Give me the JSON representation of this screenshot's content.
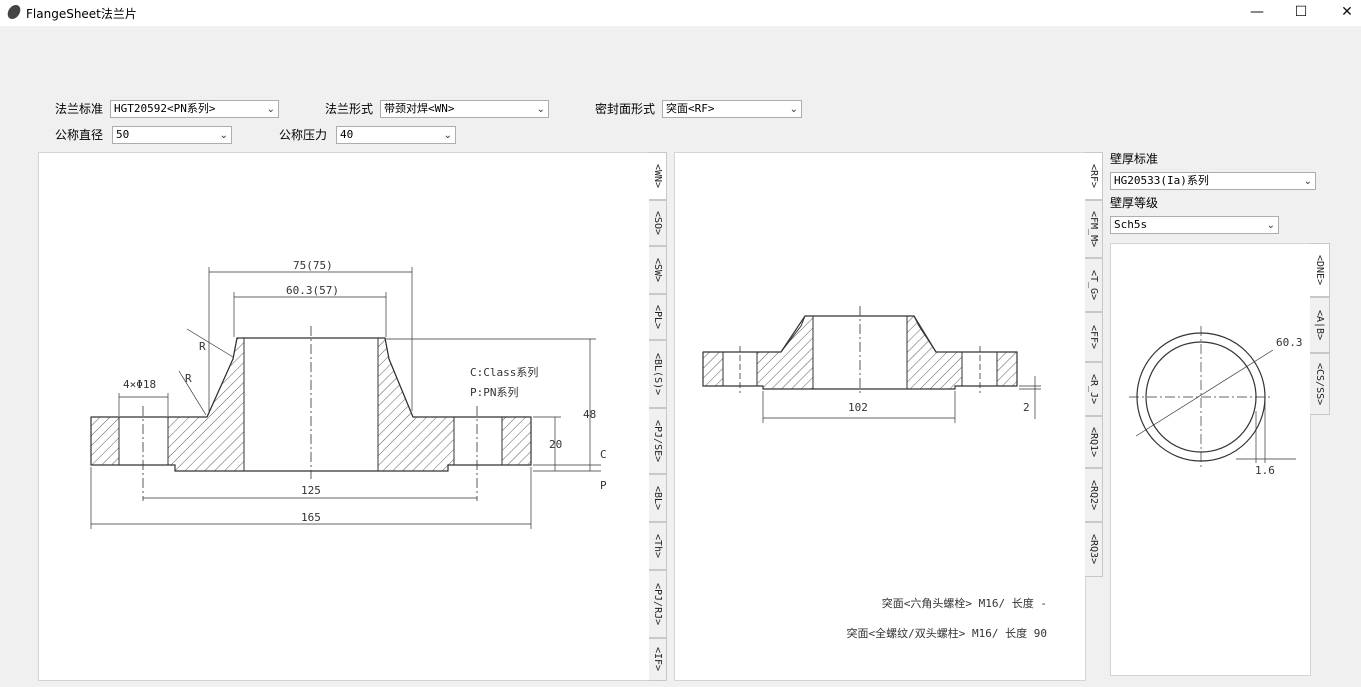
{
  "window": {
    "title": "FlangeSheet法兰片",
    "minimize": "—",
    "maximize": "☐",
    "close": "✕"
  },
  "selectors": {
    "flange_standard": {
      "label": "法兰标准",
      "value": "HGT20592<PN系列>"
    },
    "flange_type": {
      "label": "法兰形式",
      "value": "带颈对焊<WN>"
    },
    "seal_face": {
      "label": "密封面形式",
      "value": "突面<RF>"
    },
    "nominal_diameter": {
      "label": "公称直径",
      "value": "50"
    },
    "nominal_pressure": {
      "label": "公称压力",
      "value": "40"
    },
    "wall_standard": {
      "label": "壁厚标准",
      "value": "HG20533(Ia)系列"
    },
    "wall_grade": {
      "label": "壁厚等级",
      "value": "Sch5s"
    }
  },
  "type_tabs": [
    "<WN>",
    "<SO>",
    "<SW>",
    "<PL>",
    "<BL(S)>",
    "<PJ/SE>",
    "<BL>",
    "<Th>",
    "<PJ/RJ>",
    "<IF>"
  ],
  "face_tabs": [
    "<RF>",
    "<FM_M>",
    "<T_G>",
    "<FF>",
    "<R_J>",
    "<RQ1>",
    "<RQ2>",
    "<RQ3>"
  ],
  "pipe_tabs": [
    "<DNE>",
    "<A|B>",
    "<CS/SS>"
  ],
  "flange_drawing": {
    "dim_outer_hub": "75(75)",
    "dim_inner_hub": "60.3(57)",
    "bolt_holes": "4×Φ18",
    "radius_1": "R",
    "radius_2": "R",
    "note_c": "C:Class系列",
    "note_p": "P:PN系列",
    "dim_height": "48",
    "dim_thickness": "20",
    "label_c": "C",
    "label_p": "P",
    "dim_bolt_circle": "125",
    "dim_outer_diameter": "165"
  },
  "face_drawing": {
    "dim_face_diameter": "102",
    "dim_face_height": "2",
    "bolt_line_1": "突面<六角头螺栓> M16/ 长度 -",
    "bolt_line_2": "突面<全螺纹/双头螺柱> M16/ 长度 90"
  },
  "pipe_drawing": {
    "dim_od": "60.3",
    "dim_wall": "1.6"
  }
}
